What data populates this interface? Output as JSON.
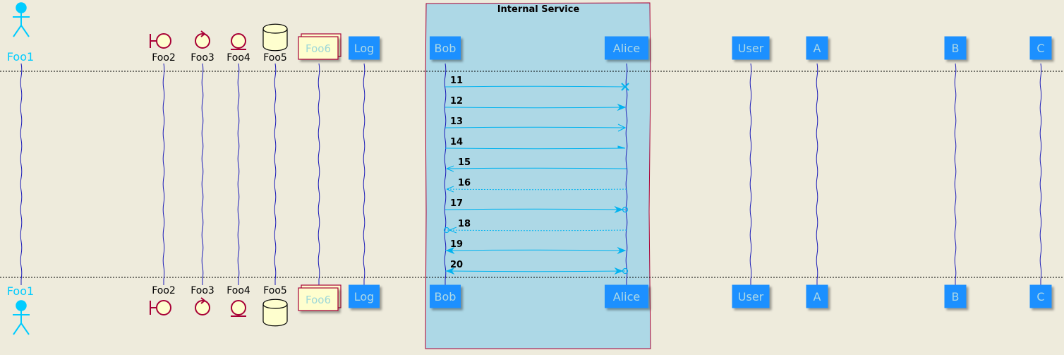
{
  "colors": {
    "background": "#EEEBDC",
    "box_fill": "#ADD8E6",
    "box_border": "#A80036",
    "participant_fill": "#1E90FF",
    "participant_text": "#ADD8E6",
    "actor": "#00CCFF",
    "lifeline": "#1A1AB8",
    "message": "#00B3F0",
    "element_fill": "#FEFECE",
    "element_stroke": "#A80036",
    "collections_text": "#9ED8D8",
    "label_text": "#000000"
  },
  "box": {
    "title": "Internal Service"
  },
  "participants": [
    {
      "id": "foo1",
      "label": "Foo1",
      "kind": "actor"
    },
    {
      "id": "foo2",
      "label": "Foo2",
      "kind": "boundary"
    },
    {
      "id": "foo3",
      "label": "Foo3",
      "kind": "control"
    },
    {
      "id": "foo4",
      "label": "Foo4",
      "kind": "entity"
    },
    {
      "id": "foo5",
      "label": "Foo5",
      "kind": "database"
    },
    {
      "id": "foo6",
      "label": "Foo6",
      "kind": "collections"
    },
    {
      "id": "log",
      "label": "Log",
      "kind": "participant"
    },
    {
      "id": "bob",
      "label": "Bob",
      "kind": "participant"
    },
    {
      "id": "alice",
      "label": "Alice",
      "kind": "participant"
    },
    {
      "id": "user",
      "label": "User",
      "kind": "participant"
    },
    {
      "id": "a",
      "label": "A",
      "kind": "participant"
    },
    {
      "id": "b",
      "label": "B",
      "kind": "participant"
    },
    {
      "id": "c",
      "label": "C",
      "kind": "participant"
    }
  ],
  "messages": [
    {
      "label": "11",
      "from": "bob",
      "to": "alice",
      "style": "solid",
      "head_end": "cross",
      "head_start": "none"
    },
    {
      "label": "12",
      "from": "bob",
      "to": "alice",
      "style": "solid",
      "head_end": "filled",
      "head_start": "none"
    },
    {
      "label": "13",
      "from": "bob",
      "to": "alice",
      "style": "solid",
      "head_end": "open",
      "head_start": "none"
    },
    {
      "label": "14",
      "from": "bob",
      "to": "alice",
      "style": "solid",
      "head_end": "half",
      "head_start": "none"
    },
    {
      "label": "15",
      "from": "alice",
      "to": "bob",
      "style": "solid",
      "head_end": "thin",
      "head_start": "none"
    },
    {
      "label": "16",
      "from": "alice",
      "to": "bob",
      "style": "dotted",
      "head_end": "thin",
      "head_start": "none"
    },
    {
      "label": "17",
      "from": "bob",
      "to": "alice",
      "style": "solid",
      "head_end": "filled-circle",
      "head_start": "none"
    },
    {
      "label": "18",
      "from": "alice",
      "to": "bob",
      "style": "dotted",
      "head_end": "thin-circle",
      "head_start": "none"
    },
    {
      "label": "19",
      "from": "bob",
      "to": "alice",
      "style": "solid",
      "head_end": "filled",
      "head_start": "filled"
    },
    {
      "label": "20",
      "from": "bob",
      "to": "alice",
      "style": "solid",
      "head_end": "filled-circle",
      "head_start": "filled"
    }
  ]
}
